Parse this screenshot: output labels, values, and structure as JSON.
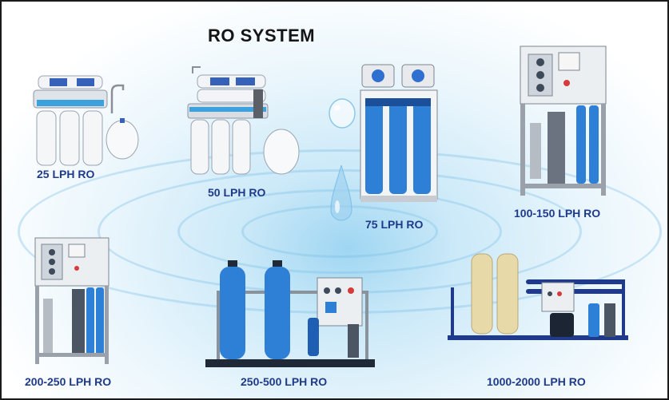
{
  "title": "RO SYSTEM",
  "products": [
    {
      "label": "25 LPH RO"
    },
    {
      "label": "50 LPH RO"
    },
    {
      "label": "75 LPH RO"
    },
    {
      "label": "100-150 LPH RO"
    },
    {
      "label": "200-250 LPH RO"
    },
    {
      "label": "250-500 LPH RO"
    },
    {
      "label": "1000-2000 LPH RO"
    }
  ],
  "colors": {
    "label": "#1f3a8a",
    "title": "#151515",
    "filter_blue": "#2e7fd6",
    "frp_tan": "#e8d9a8"
  }
}
